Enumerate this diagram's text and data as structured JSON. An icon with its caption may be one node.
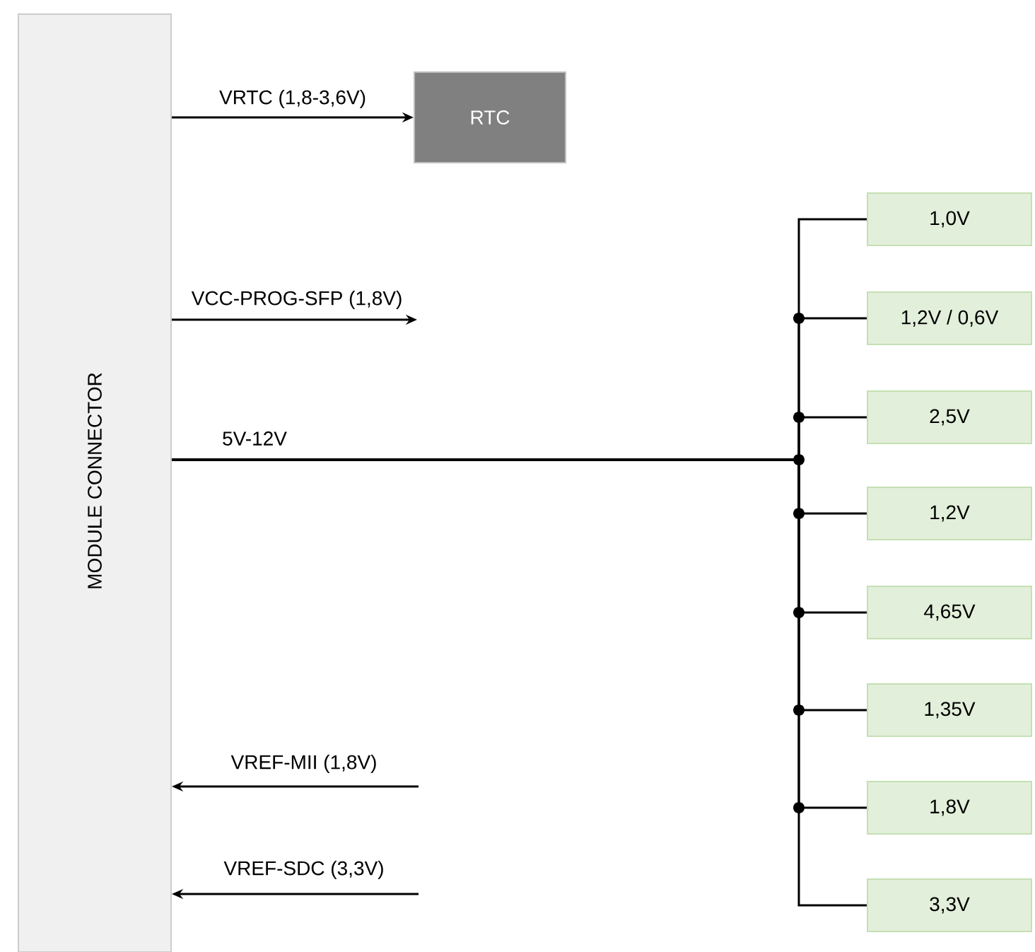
{
  "diagram": {
    "nodes": [
      {
        "text": [
          "MODULE CONNECTOR"
        ]
      },
      {
        "text": [
          "RTC"
        ]
      },
      {
        "text": [
          "1,0V"
        ]
      },
      {
        "text": [
          "1,2V / 0,6V"
        ]
      },
      {
        "text": [
          "2,5V"
        ]
      },
      {
        "text": [
          "1,2V"
        ]
      },
      {
        "text": [
          "4,65V"
        ]
      },
      {
        "text": [
          "1,35V"
        ]
      },
      {
        "text": [
          "1,8V"
        ]
      },
      {
        "text": [
          "3,3V"
        ]
      }
    ],
    "edges": [
      {
        "from": 0,
        "to": 1,
        "arrow": "to",
        "label": "VRTC (1,8-3,6V)"
      },
      {
        "from": 0,
        "to": null,
        "arrow": "to",
        "label": "VCC-PROG-SFP (1,8V)"
      },
      {
        "from": 0,
        "to": 2,
        "arrow": "none",
        "label": "5V-12V"
      },
      {
        "from": 0,
        "to": 3,
        "arrow": "none"
      },
      {
        "from": 0,
        "to": 4,
        "arrow": "none"
      },
      {
        "from": 0,
        "to": 5,
        "arrow": "none"
      },
      {
        "from": 0,
        "to": 6,
        "arrow": "none"
      },
      {
        "from": 0,
        "to": 7,
        "arrow": "none"
      },
      {
        "from": 0,
        "to": 8,
        "arrow": "none"
      },
      {
        "from": 0,
        "to": 9,
        "arrow": "none"
      },
      {
        "from": null,
        "to": 0,
        "arrow": "to",
        "label": "VREF-MII (1,8V)"
      },
      {
        "from": null,
        "to": 0,
        "arrow": "to",
        "label": "VREF-SDC (3,3V)"
      }
    ]
  }
}
